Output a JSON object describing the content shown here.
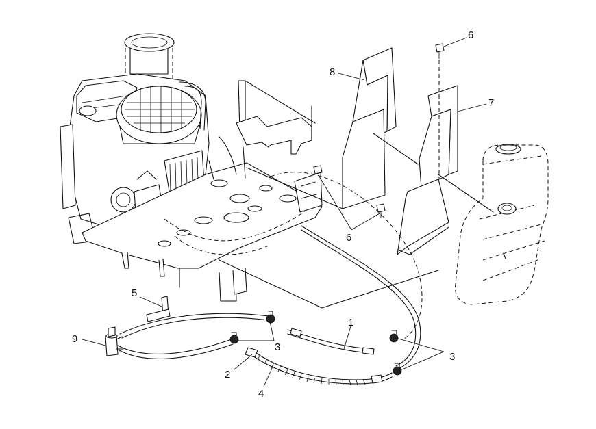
{
  "callouts": [
    {
      "id": "1",
      "text": "1"
    },
    {
      "id": "2",
      "text": "2"
    },
    {
      "id": "3a",
      "text": "3"
    },
    {
      "id": "3b",
      "text": "3"
    },
    {
      "id": "4",
      "text": "4"
    },
    {
      "id": "5",
      "text": "5"
    },
    {
      "id": "6a",
      "text": "6"
    },
    {
      "id": "6b",
      "text": "6"
    },
    {
      "id": "7",
      "text": "7"
    },
    {
      "id": "8",
      "text": "8"
    },
    {
      "id": "9",
      "text": "9"
    }
  ]
}
